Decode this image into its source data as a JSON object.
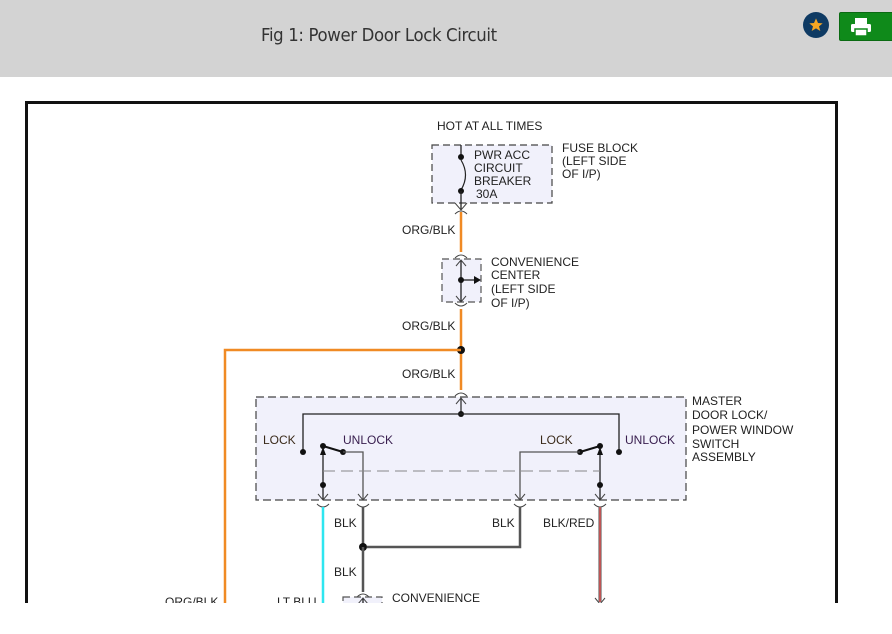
{
  "header": {
    "title": "Fig 1: Power Door Lock Circuit",
    "favorite_icon": "star-icon",
    "print_icon": "printer-icon",
    "colors": {
      "background": "#d3d3d3",
      "favorite_bg": "#0e3a63",
      "star": "#f5a623",
      "print_bg": "#0f8a1a"
    }
  },
  "diagram": {
    "labels": {
      "hot_at_all_times": "HOT AT ALL TIMES",
      "breaker": [
        "PWR ACC",
        "CIRCUIT",
        "BREAKER",
        "30A"
      ],
      "fuse_block": [
        "FUSE BLOCK",
        "(LEFT SIDE",
        "OF I/P)"
      ],
      "convenience_center": [
        "CONVENIENCE",
        "CENTER",
        "(LEFT SIDE",
        "OF I/P)"
      ],
      "master_switch": [
        "MASTER",
        "DOOR LOCK/",
        "POWER WINDOW",
        "SWITCH",
        "ASSEMBLY"
      ],
      "left_lock": "LOCK",
      "left_unlock": "UNLOCK",
      "right_lock": "LOCK",
      "right_unlock": "UNLOCK",
      "convenience_bottom": "CONVENIENCE"
    },
    "wires": {
      "org_blk_1": "ORG/BLK",
      "org_blk_2": "ORG/BLK",
      "org_blk_3": "ORG/BLK",
      "org_blk_left": "ORG/BLK",
      "lt_blu": "LT BLU",
      "blk_1": "BLK",
      "blk_2": "BLK",
      "blk_3": "BLK",
      "blk_red": "BLK/RED"
    },
    "wire_colors": {
      "orange": "#f08a24",
      "light_blue": "#2ee6f0",
      "black": "#555555",
      "red_stripe": "#d83a3a"
    }
  }
}
